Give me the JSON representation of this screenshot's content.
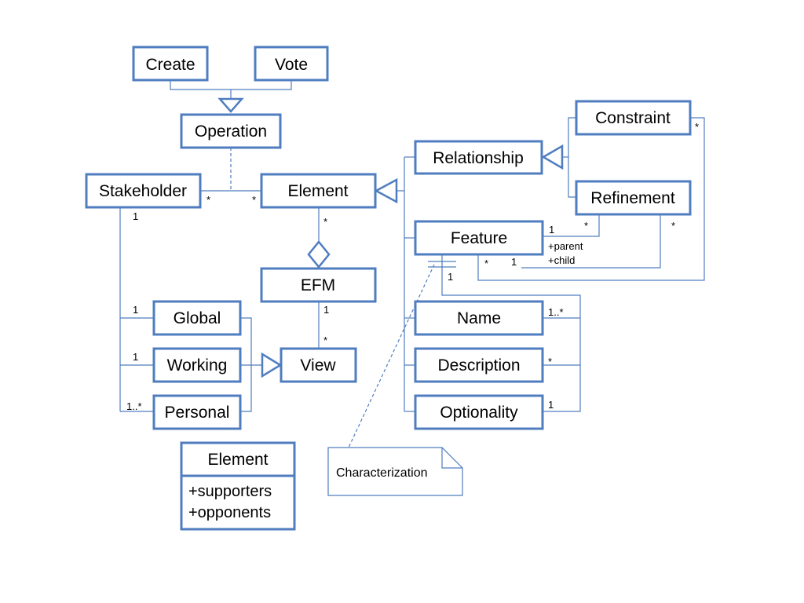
{
  "boxes": {
    "create": "Create",
    "vote": "Vote",
    "operation": "Operation",
    "stakeholder": "Stakeholder",
    "element": "Element",
    "relationship": "Relationship",
    "constraint": "Constraint",
    "refinement": "Refinement",
    "feature": "Feature",
    "efm": "EFM",
    "global": "Global",
    "working": "Working",
    "personal": "Personal",
    "view": "View",
    "name": "Name",
    "description": "Description",
    "optionality": "Optionality"
  },
  "element_class": {
    "title": "Element",
    "attributes": [
      "+supporters",
      "+opponents"
    ]
  },
  "note": "Characterization",
  "multiplicities": {
    "stakeholder_element_a": "*",
    "stakeholder_element_b": "*",
    "stakeholder_1": "1",
    "element_efm": "*",
    "feature_refinement_1": "1",
    "feature_refinement_star": "*",
    "refinement_star": "*",
    "constraint_star": "*",
    "feature_star": "*",
    "feature_1": "1",
    "feature_char_1": "1",
    "efm_1": "1",
    "view_star": "*",
    "global_1": "1",
    "working_1": "1",
    "personal_1n": "1..*",
    "name_1n": "1..*",
    "description_star": "*",
    "optionality_1": "1"
  },
  "roles": {
    "parent": "+parent",
    "child": "+child"
  }
}
